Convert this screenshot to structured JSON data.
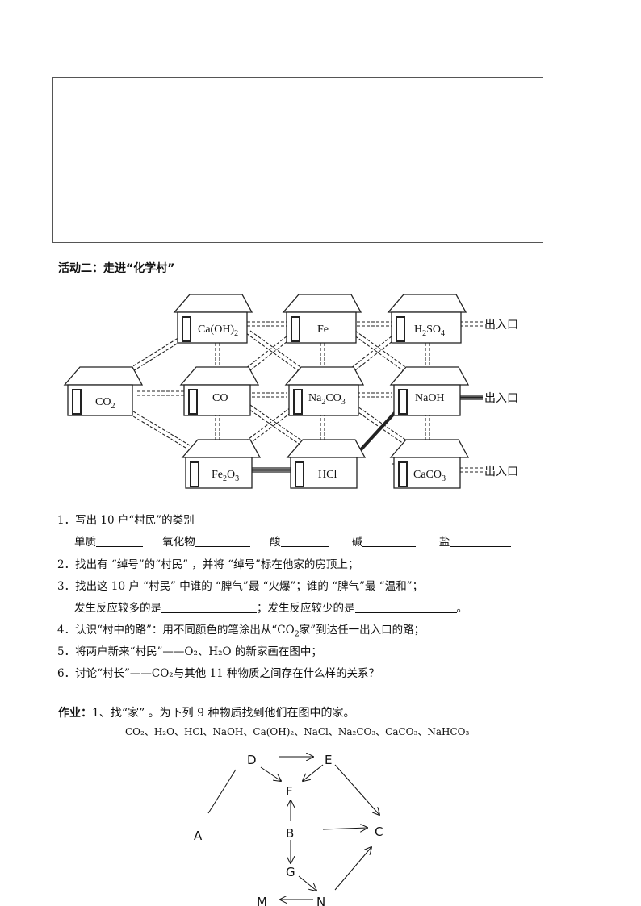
{
  "heading": "活动二：走进“化学村”",
  "village": {
    "houses": {
      "caoh2": {
        "main": "Ca(OH)",
        "sub": "2"
      },
      "fe": {
        "main": "Fe"
      },
      "h2so4": {
        "p1": "H",
        "s1": "2",
        "p2": "SO",
        "s2": "4"
      },
      "co2": {
        "main": "CO",
        "sub": "2"
      },
      "co": {
        "main": "CO"
      },
      "na2co3": {
        "p1": "Na",
        "s1": "2",
        "p2": "CO",
        "s2": "3"
      },
      "naoh": {
        "main": "NaOH"
      },
      "fe2o3": {
        "p1": "Fe",
        "s1": "2",
        "p2": "O",
        "s2": "3"
      },
      "hcl": {
        "main": "HCl"
      },
      "caco3": {
        "main": "CaCO",
        "sub": "3"
      }
    },
    "exit_label": "出入口"
  },
  "questions": {
    "q1": "1．写出 10 户“村民”的类别",
    "q1_cats": [
      "单质",
      "氧化物",
      "酸",
      "碱",
      "盐"
    ],
    "q2": "2．找出有 “绰号”的“村民” ，并将 “绰号”标在他家的房顶上；",
    "q3": "3．找出这 10 户 “村民” 中谁的 “脾气”最 “火爆”；谁的 “脾气”最 “温和”；",
    "q3b_1": "发生反应较多的是",
    "q3b_2": "；发生反应较少的是",
    "q3b_3": "。",
    "q4_1": "4．认识“村中的路”：用不同颜色的笔涂出从“CO",
    "q4_sub": "2",
    "q4_2": "家”到达任一出入口的路；",
    "q5": "5．将两户新来“村民”——O₂、H₂O 的新家画在图中；",
    "q6": "6．讨论“村长”——CO₂与其他 11 种物质之间存在什么样的关系？"
  },
  "homework": {
    "label": "作业：",
    "text": "1、找“家” 。为下列 9 种物质找到他们在图中的家。",
    "substances": "CO₂、H₂O、HCl、NaOH、Ca(OH)₂、NaCl、Na₂CO₃、CaCO₃、NaHCO₃"
  },
  "graph_nodes": {
    "A": "A",
    "B": "B",
    "C": "C",
    "D": "D",
    "E": "E",
    "F": "F",
    "G": "G",
    "M": "M",
    "N": "N"
  }
}
